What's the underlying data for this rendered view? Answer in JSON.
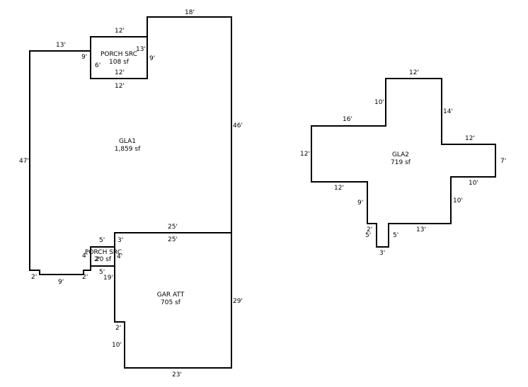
{
  "areas": [
    {
      "id": "porch-upper",
      "name": "PORCH SRC",
      "sf": "108 sf"
    },
    {
      "id": "gla1",
      "name": "GLA1",
      "sf": "1,859 sf"
    },
    {
      "id": "porch-lower",
      "name": "PORCH SRC",
      "sf": "20 sf"
    },
    {
      "id": "gar-att",
      "name": "GAR ATT",
      "sf": "705 sf"
    },
    {
      "id": "gla2",
      "name": "GLA2",
      "sf": "719 sf"
    }
  ],
  "dimensions": {
    "gla1": [
      "18'",
      "46'",
      "47'",
      "13'",
      "9'",
      "2'",
      "9'",
      "2'",
      "25'",
      "3'",
      "5'",
      "4'",
      "5'"
    ],
    "porch_upper": [
      "12'",
      "13'",
      "9'",
      "6'",
      "12'",
      "12'",
      "9'"
    ],
    "porch_lower": [
      "4'",
      "5'",
      "4'",
      "2'",
      "19'"
    ],
    "gar_att": [
      "25'",
      "29'",
      "23'",
      "10'",
      "2'"
    ],
    "gla2": [
      "12'",
      "10'",
      "14'",
      "16'",
      "12'",
      "12'",
      "7'",
      "10'",
      "10'",
      "12'",
      "9'",
      "2'",
      "5'",
      "3'",
      "5'",
      "13'"
    ]
  }
}
